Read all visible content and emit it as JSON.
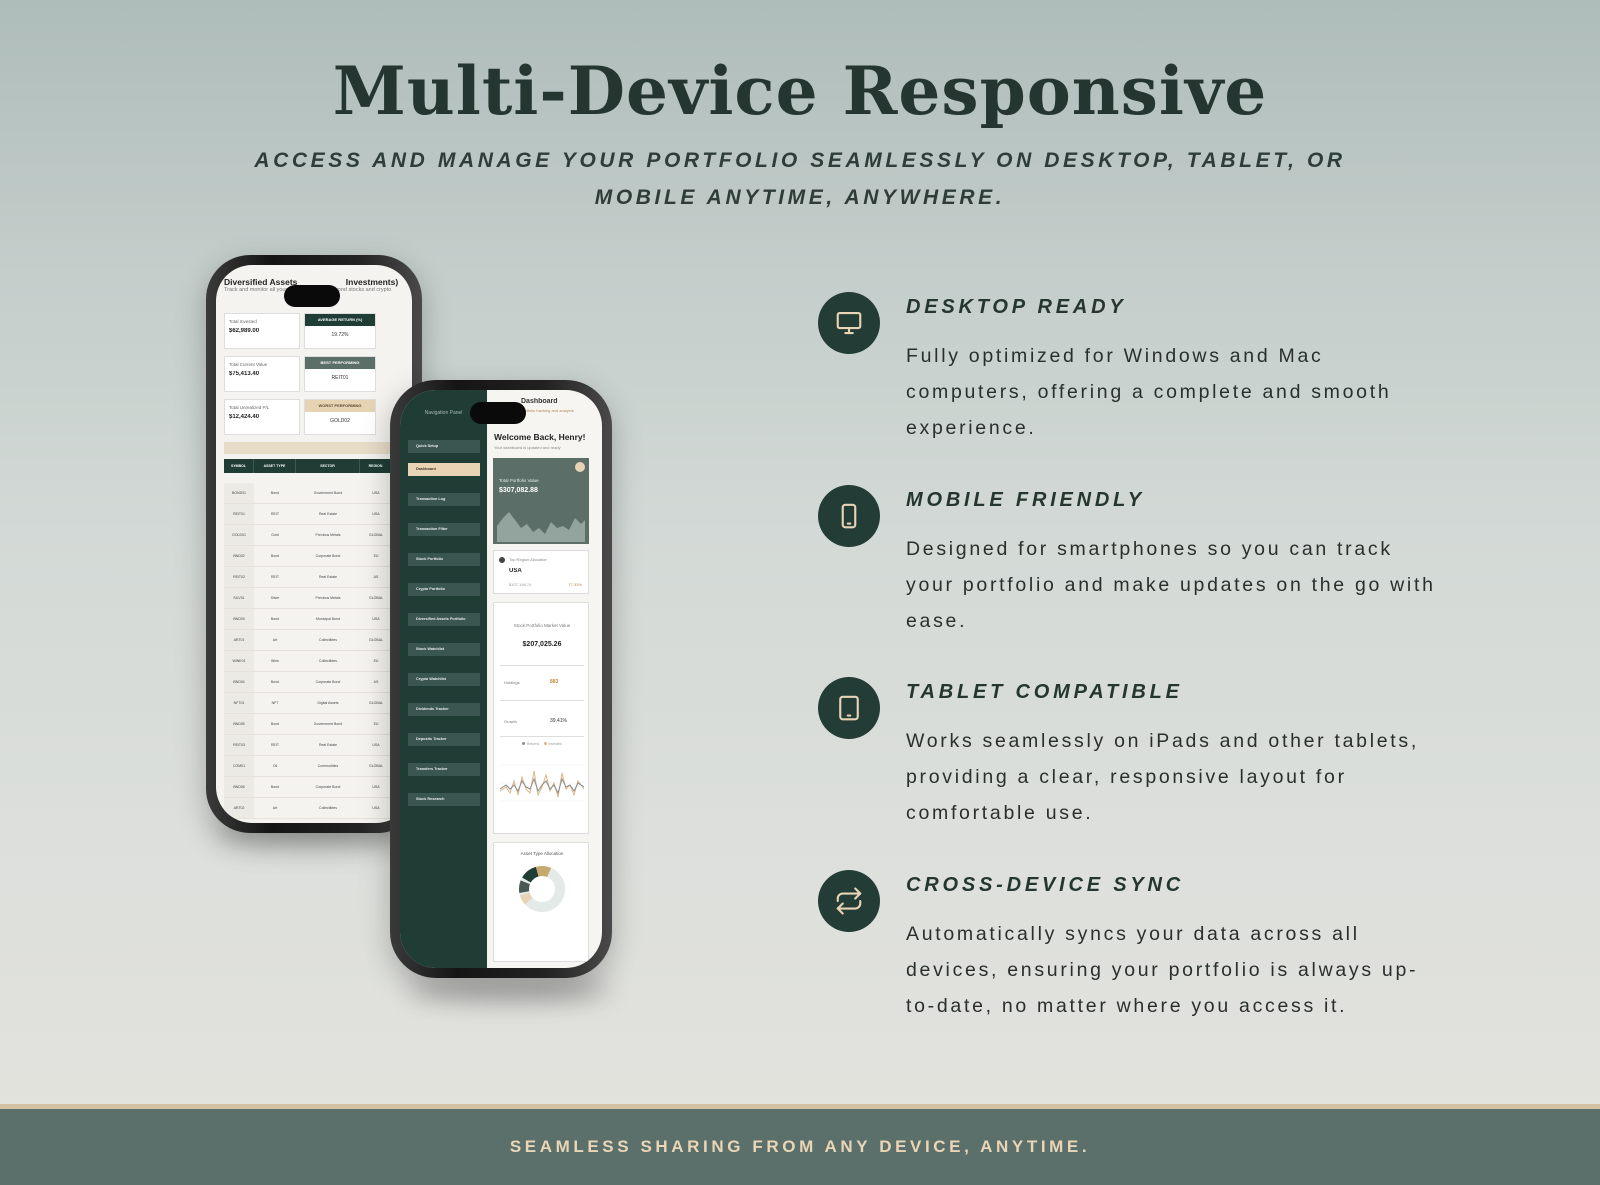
{
  "header": {
    "title": "Multi-Device Responsive",
    "subtitle": "ACCESS AND MANAGE YOUR PORTFOLIO SEAMLESSLY ON DESKTOP, TABLET, OR MOBILE ANYTIME, ANYWHERE."
  },
  "features": [
    {
      "icon": "desktop-icon",
      "title": "DESKTOP READY",
      "text": "Fully optimized for Windows and Mac computers, offering a complete and smooth experience."
    },
    {
      "icon": "mobile-icon",
      "title": "MOBILE FRIENDLY",
      "text": "Designed for smartphones so you can track your portfolio and make updates on the go with ease."
    },
    {
      "icon": "tablet-icon",
      "title": "TABLET COMPATIBLE",
      "text": "Works seamlessly on iPads and other tablets, providing a clear, responsive layout for comfortable use."
    },
    {
      "icon": "sync-icon",
      "title": "CROSS-DEVICE SYNC",
      "text": "Automatically syncs your data across all devices, ensuring your portfolio is always up-to-date, no matter where you access it."
    }
  ],
  "footer": {
    "text": "SEAMLESS SHARING FROM ANY DEVICE, ANYTIME."
  },
  "colors": {
    "accent_dark": "#233c36",
    "footer_bg": "#5c706b",
    "footer_text": "#ead6b6",
    "footer_line": "#d2c1a3"
  },
  "phone_back": {
    "title": "Diversified Assets",
    "title_suffix": "Investments)",
    "subtitle": "Track and monitor all your",
    "subtitle_suffix": "beyond stocks and crypto",
    "cards": [
      {
        "label": "Total Invested",
        "value": "$62,989.00",
        "badge": "AVERAGE RETURN (%)",
        "badge_value": "19.72%"
      },
      {
        "label": "Total Current Value",
        "value": "$75,413.40",
        "badge": "BEST PERFORMING",
        "badge_value": "REIT01"
      },
      {
        "label": "Total Unrealized P/L",
        "value": "$12,424.40",
        "badge": "WORST PERFORMING",
        "badge_value": "GOLD02"
      }
    ],
    "table_headers": [
      "SYMBOL",
      "ASSET TYPE",
      "SECTOR",
      "REGION"
    ],
    "table_rows": [
      [
        "BOND01",
        "Bond",
        "Government Bond",
        "USA"
      ],
      [
        "REIT01",
        "REIT",
        "Real Estate",
        "USA"
      ],
      [
        "GOLD01",
        "Gold",
        "Precious Metals",
        "GLOBAL"
      ],
      [
        "BND02",
        "Bond",
        "Corporate Bond",
        "EU"
      ],
      [
        "REIT02",
        "REIT",
        "Real Estate",
        "AS"
      ],
      [
        "SILV01",
        "Silver",
        "Precious Metals",
        "GLOBAL"
      ],
      [
        "BND03",
        "Bond",
        "Municipal Bond",
        "USA"
      ],
      [
        "ART01",
        "Art",
        "Collectibles",
        "GLOBAL"
      ],
      [
        "WINE01",
        "Wine",
        "Collectibles",
        "EU"
      ],
      [
        "BND04",
        "Bond",
        "Corporate Bond",
        "AS"
      ],
      [
        "NFT01",
        "NFT",
        "Digital Assets",
        "GLOBAL"
      ],
      [
        "BND05",
        "Bond",
        "Government Bond",
        "EU"
      ],
      [
        "REIT03",
        "REIT",
        "Real Estate",
        "USA"
      ],
      [
        "COM01",
        "Oil",
        "Commodities",
        "GLOBAL"
      ],
      [
        "BND06",
        "Bond",
        "Corporate Bond",
        "USA"
      ],
      [
        "ART02",
        "Art",
        "Collectibles",
        "USA"
      ]
    ]
  },
  "phone_front": {
    "panel_title": "Navigation Panel",
    "nav_items": [
      "Quick Setup",
      "Dashboard",
      "Transaction Log",
      "Transaction Filter",
      "Stock Portfolio",
      "Crypto Portfolio",
      "Diversified Assets Portfolio",
      "Stock Watchlist",
      "Crypto Watchlist",
      "Dividends Tracker",
      "Deposits Tracker",
      "Transfers Tracker",
      "Stock Research"
    ],
    "header": "Dashboard",
    "header_sub": "portfolio tracking and analysis",
    "welcome": "Welcome Back, Henry!",
    "welcome_sub": "Your dashboard is updated and ready",
    "total_label": "Total Portfolio Value",
    "total_value": "$307,082.88",
    "region_label": "Top Region Allocation",
    "region_value": "USA",
    "region_amount": "$107,198.74",
    "region_pct": "77.33%",
    "stock_label": "Stock Portfolio Market Value",
    "stock_value": "$207,025.26",
    "holdings_label": "Holdings",
    "holdings_value": "883",
    "growth_label": "Growth",
    "growth_value": "39.41%",
    "legend_a": "Returns",
    "legend_b": "Invested",
    "donut_title": "Asset Type Allocation"
  }
}
